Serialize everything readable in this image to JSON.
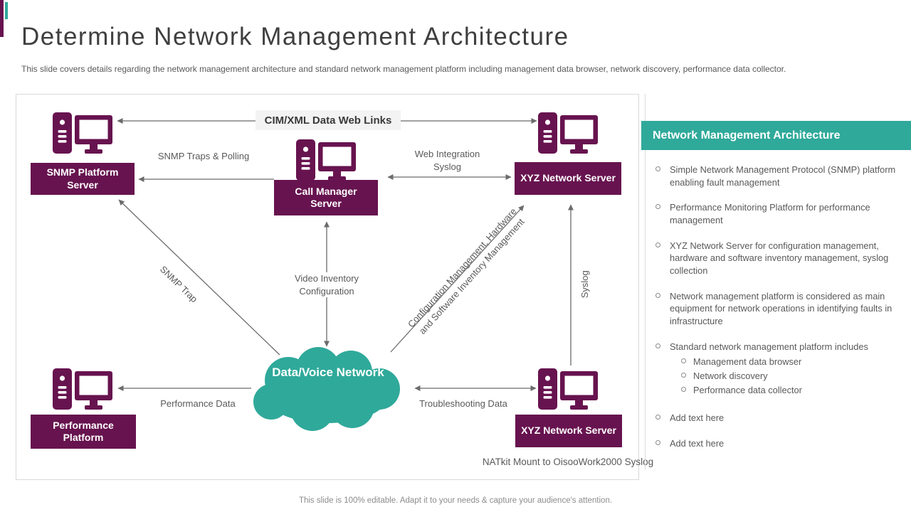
{
  "slide": {
    "title": "Determine Network Management Architecture",
    "subtitle": "This slide covers details regarding the network management architecture and standard network management platform including management data browser, network discovery, performance data collector.",
    "footer": "This slide is 100% editable. Adapt it to your needs & capture your audience's attention."
  },
  "colors": {
    "purple": "#67134F",
    "teal": "#2FA99A",
    "line_gray": "#6B6B6B",
    "text_gray": "#595959"
  },
  "diagram": {
    "nodes": {
      "snmp_platform": {
        "label": "SNMP Platform Server"
      },
      "call_manager": {
        "label": "Call Manager Server"
      },
      "xyz_top": {
        "label": "XYZ Network Server"
      },
      "performance": {
        "label": "Performance Platform"
      },
      "xyz_bottom": {
        "label": "XYZ Network Server",
        "caption": "NATkit Mount to OisooWork2000 Syslog"
      },
      "cloud": {
        "label": "Data/Voice Network"
      }
    },
    "edge_labels": {
      "cim_xml": "CIM/XML Data Web Links",
      "snmp_traps": "SNMP Traps & Polling",
      "web_integration": "Web Integration Syslog",
      "snmp_trap": "SNMP Trap",
      "video_inventory": "Video Inventory Configuration",
      "config_mgmt": "Configuration Management, Hardware and Software Inventory Management",
      "syslog": "Syslog",
      "performance_data": "Performance Data",
      "troubleshooting_data": "Troubleshooting Data"
    }
  },
  "panel": {
    "header": "Network Management Architecture",
    "bullets": [
      "Simple Network Management Protocol (SNMP) platform enabling fault management",
      "Performance Monitoring Platform for performance management",
      "XYZ Network Server for configuration management, hardware and software inventory management, syslog collection",
      "Network management platform is considered as main equipment for network operations in identifying faults in infrastructure",
      "Standard network management platform includes",
      "Add text here",
      "Add text here"
    ],
    "sub_bullets": [
      "Management data browser",
      "Network discovery",
      "Performance data collector"
    ]
  }
}
